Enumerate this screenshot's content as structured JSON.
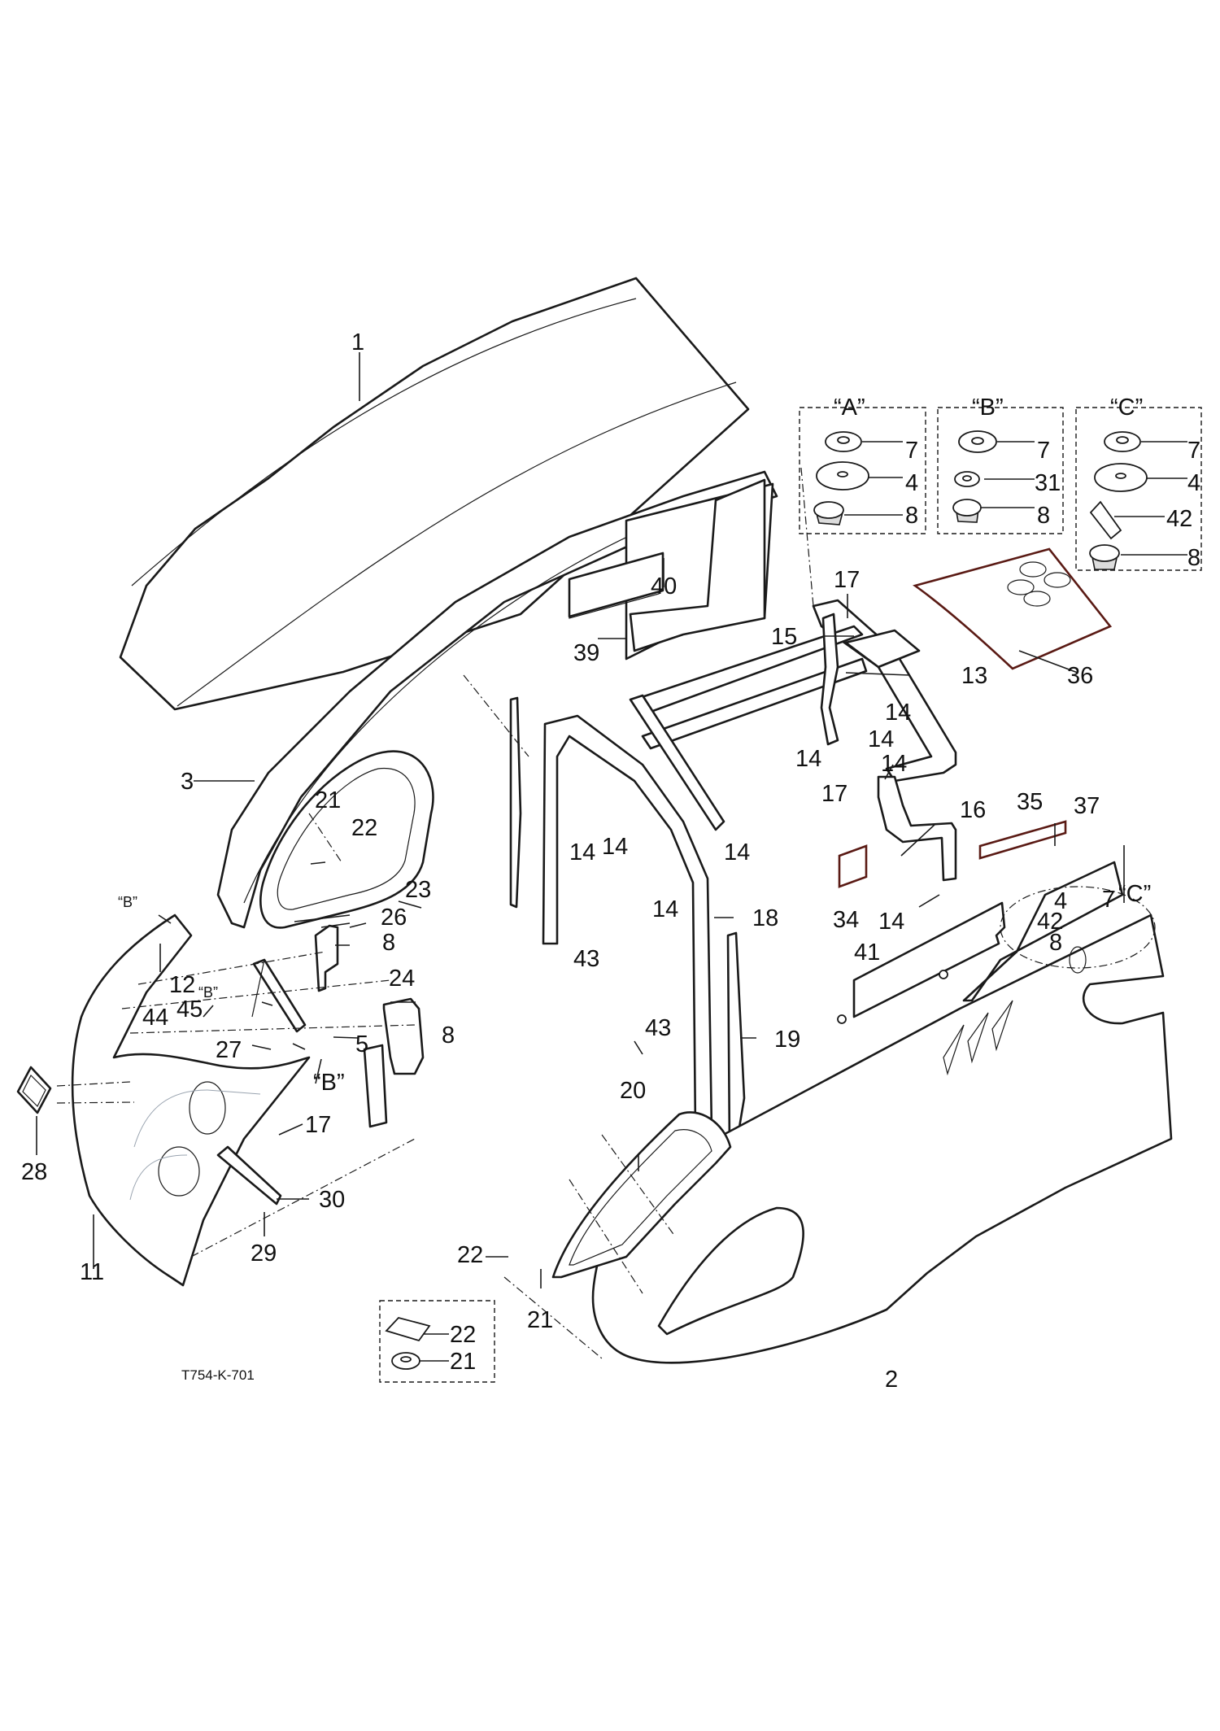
{
  "diagram": {
    "title": "Hood and side panel assembly exploded view",
    "figure_code": "T754-K-701",
    "detail_views": [
      {
        "id": "A",
        "label": "“A”",
        "items": [
          {
            "part": "7",
            "shape": "washer"
          },
          {
            "part": "4",
            "shape": "large-washer"
          },
          {
            "part": "8",
            "shape": "nut"
          }
        ]
      },
      {
        "id": "B",
        "label": "“B”",
        "items": [
          {
            "part": "7",
            "shape": "washer"
          },
          {
            "part": "31",
            "shape": "small-washer"
          },
          {
            "part": "8",
            "shape": "nut"
          }
        ]
      },
      {
        "id": "C",
        "label": "“C”",
        "items": [
          {
            "part": "7",
            "shape": "washer"
          },
          {
            "part": "4",
            "shape": "large-washer"
          },
          {
            "part": "42",
            "shape": "clip"
          },
          {
            "part": "8",
            "shape": "nut"
          }
        ]
      }
    ],
    "hardware_inset": {
      "items": [
        {
          "part": "22",
          "shape": "speed-nut"
        },
        {
          "part": "21",
          "shape": "grommet"
        }
      ]
    },
    "callouts": {
      "c1": "1",
      "c2": "2",
      "c3": "3",
      "c13": "13",
      "c15": "15",
      "c16": "16",
      "c17a": "17",
      "c17b": "17",
      "c17c": "17",
      "c14a": "14",
      "c14b": "14",
      "c14c": "14",
      "c14d": "14",
      "c14e": "14",
      "c14f": "14",
      "c14g": "14",
      "c14h": "14",
      "c14i": "14",
      "c18": "18",
      "c19": "19",
      "c20": "20",
      "c21a": "21",
      "c21b": "21",
      "c22a": "22",
      "c22b": "22",
      "c23": "23",
      "c24": "24",
      "c26": "26",
      "c27": "27",
      "c28": "28",
      "c29": "29",
      "c30": "30",
      "c5": "5",
      "c8a": "8",
      "c8b": "8",
      "c8c": "8",
      "c11": "11",
      "c12": "12",
      "c34": "34",
      "c35": "35",
      "c36": "36",
      "c37": "37",
      "c39": "39",
      "c40": "40",
      "c41": "41",
      "c43a": "43",
      "c43b": "43",
      "c44": "44",
      "c45": "45",
      "c4c": "4",
      "c7c": "7",
      "c42c": "42",
      "refB1": "“B”",
      "refB2": "“B”",
      "refB3": "“B”",
      "refC": "“C”"
    }
  }
}
